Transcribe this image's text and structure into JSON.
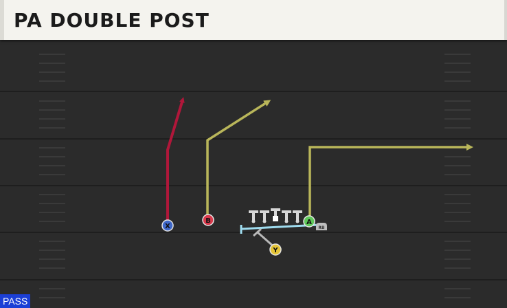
{
  "play": {
    "title": "PA DOUBLE POST",
    "type_badge": "PASS"
  },
  "players": {
    "x": "X",
    "b": "B",
    "a": "A",
    "y": "Y",
    "rb": "RB"
  },
  "colors": {
    "field": "#2b2b2b",
    "red_route": "#b0173a",
    "yellow_route": "#b9b65a",
    "block_route": "#9fdcef",
    "x_marker": "#3f68c9",
    "b_marker": "#d83a4c",
    "a_marker": "#5fc95a",
    "y_marker": "#e4c437"
  }
}
